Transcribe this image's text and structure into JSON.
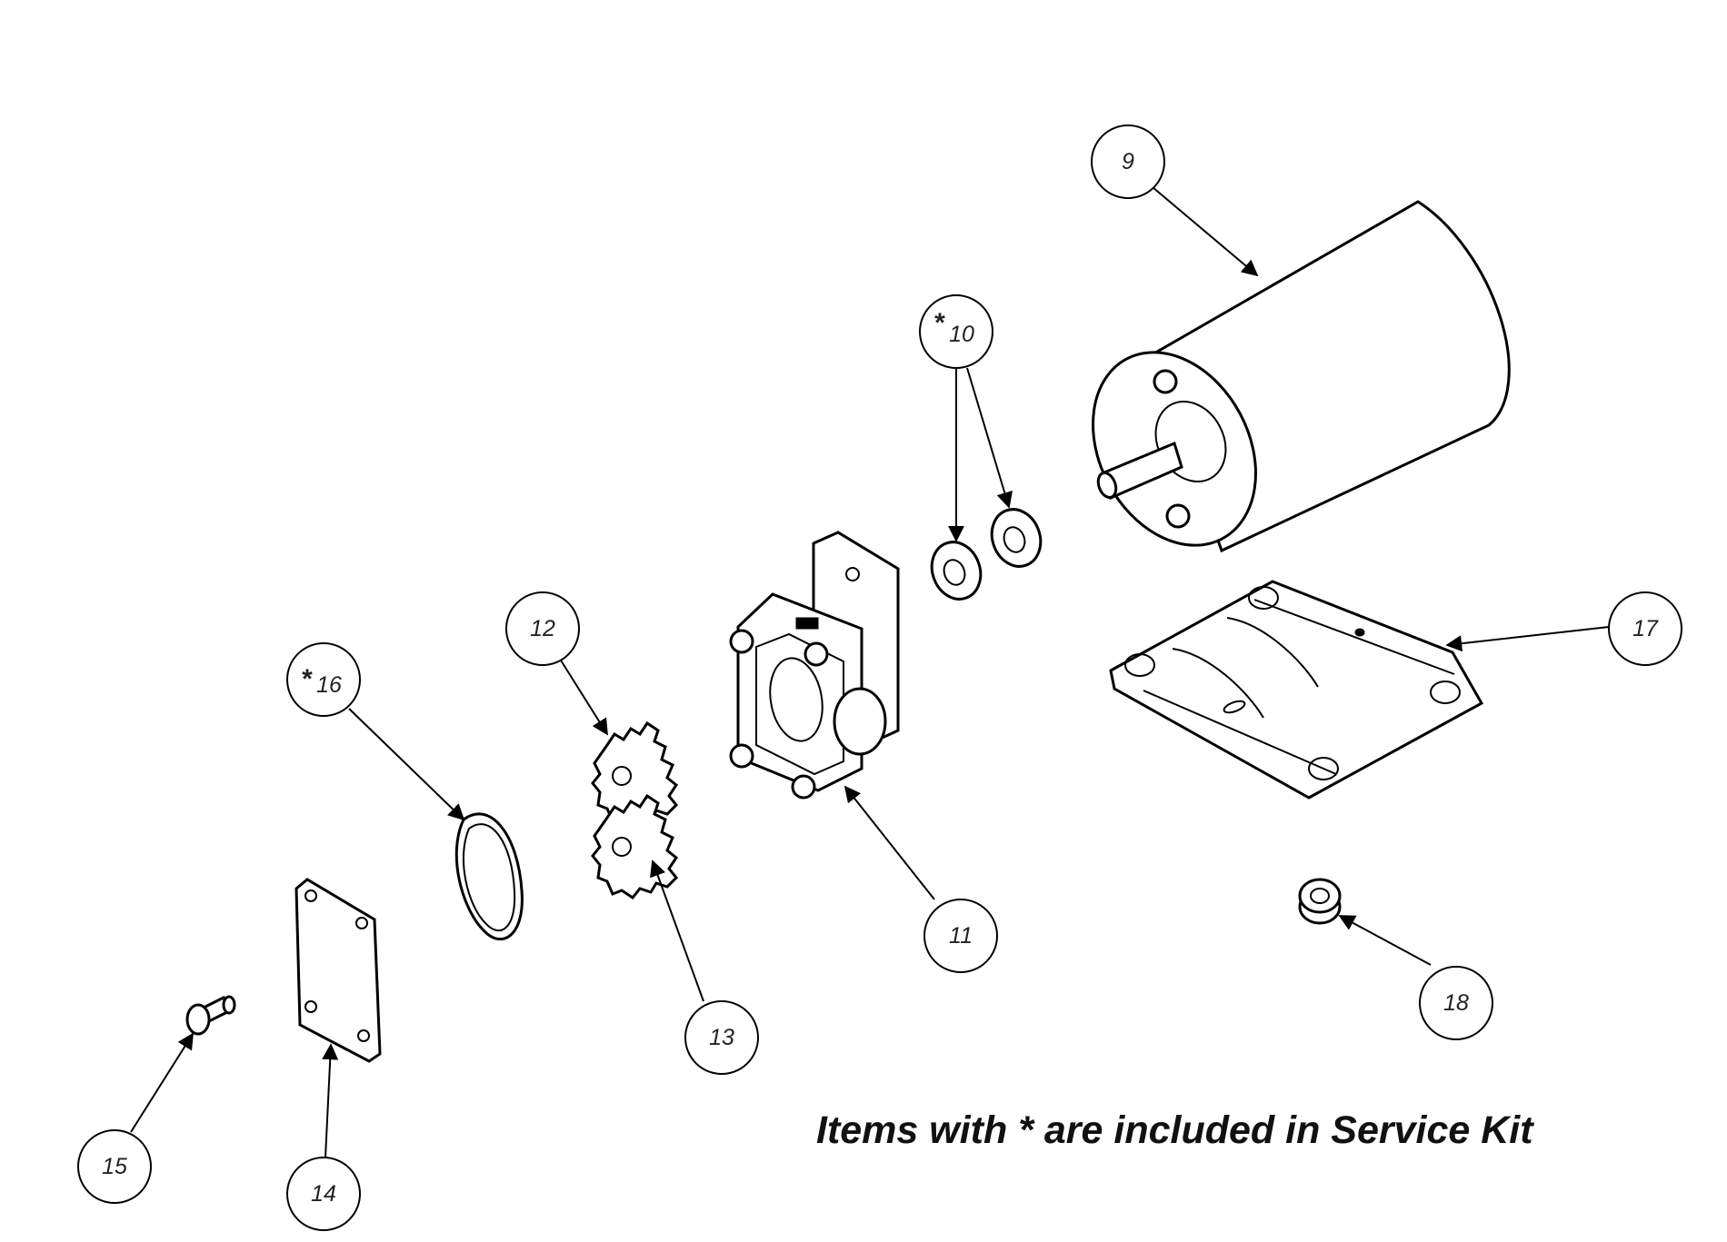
{
  "title": "Pump exploded parts diagram",
  "items": [
    {
      "id": "9",
      "label": "9",
      "kit": false
    },
    {
      "id": "10",
      "label": "10",
      "kit": true
    },
    {
      "id": "11",
      "label": "11",
      "kit": false
    },
    {
      "id": "12",
      "label": "12",
      "kit": false
    },
    {
      "id": "13",
      "label": "13",
      "kit": false
    },
    {
      "id": "14",
      "label": "14",
      "kit": false
    },
    {
      "id": "15",
      "label": "15",
      "kit": false
    },
    {
      "id": "16",
      "label": "16",
      "kit": true
    },
    {
      "id": "17",
      "label": "17",
      "kit": false
    },
    {
      "id": "18",
      "label": "18",
      "kit": false
    }
  ],
  "kit_marker": "*",
  "note": "Items with * are included in Service Kit"
}
